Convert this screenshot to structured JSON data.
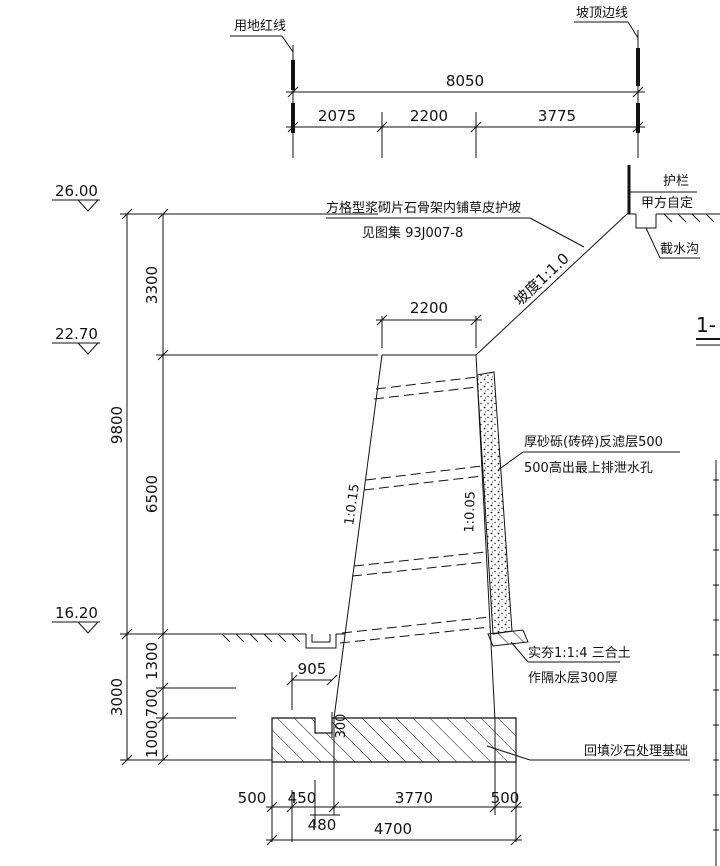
{
  "top": {
    "left_line_label": "用地红线",
    "right_line_label": "坡顶边线",
    "total_width": "8050",
    "segments": [
      "2075",
      "2200",
      "3775"
    ]
  },
  "elevations": [
    "26.00",
    "22.70",
    "16.20"
  ],
  "vertical_dims": {
    "total": "9800",
    "parts": [
      "3300",
      "6500"
    ],
    "foundation_total": "3000",
    "foundation_parts": [
      "1300",
      "700",
      "1000"
    ],
    "step": "300"
  },
  "annotations": {
    "slope_protection": "方格型浆砌片石骨架内铺草皮护坡",
    "slope_reference": "见图集 93J007-8",
    "slope_ratio": "坡度1:1.0",
    "railing": "护栏",
    "railing_note": "甲方自定",
    "ditch": "截水沟",
    "top_width": "2200",
    "front_batter": "1:0.15",
    "back_batter": "1:0.05",
    "filter_layer_1": "厚砂砾(砖碎)反滤层500",
    "filter_layer_2": "500高出最上排泄水孔",
    "waterproof_1": "实夯1:1:4 三合土",
    "waterproof_2": "作隔水层300厚",
    "foundation": "回填沙石处理基础",
    "toe_offset": "905",
    "section_mark": "1-"
  },
  "bottom": {
    "row1": [
      "500",
      "450",
      "3770",
      "500"
    ],
    "row2": "480",
    "total": "4700"
  }
}
